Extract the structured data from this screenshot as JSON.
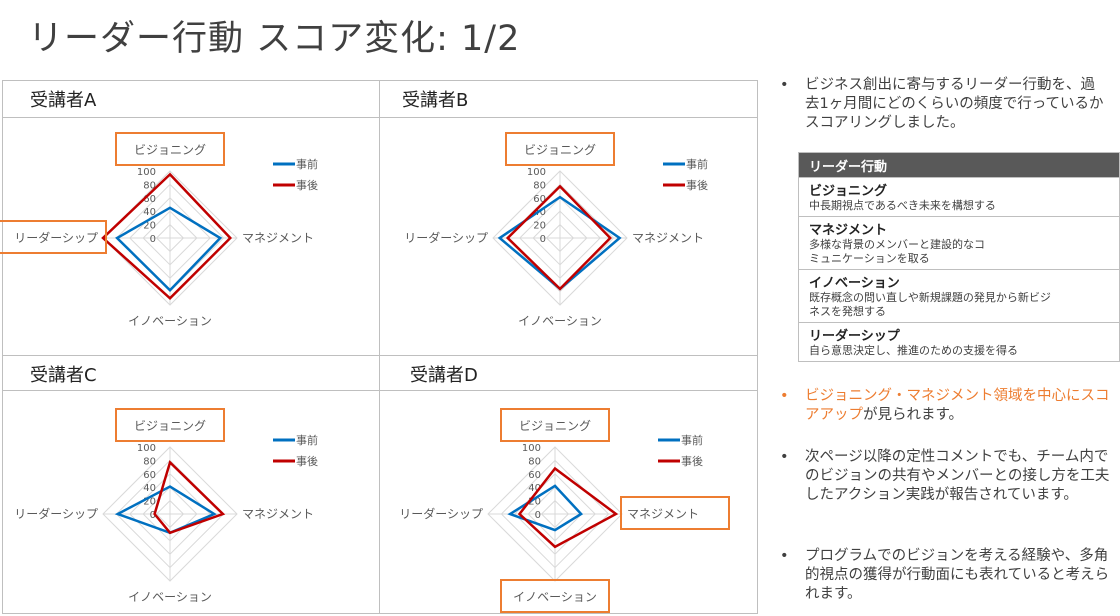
{
  "title": "リーダー行動 スコア変化: 1/2",
  "legend": {
    "before": "事前",
    "after": "事後"
  },
  "colors": {
    "before": "#0070c0",
    "after": "#c00000",
    "highlight": "#ed7d31",
    "grid": "#d9d9d9"
  },
  "chart_data": [
    {
      "type": "radar",
      "title": "受講者A",
      "axes": [
        "ビジョニング",
        "マネジメント",
        "イノベーション",
        "リーダーシップ"
      ],
      "ticks": [
        "0",
        "20",
        "40",
        "60",
        "80",
        "100"
      ],
      "range": [
        0,
        100
      ],
      "series": [
        {
          "name": "事前",
          "values": [
            45,
            75,
            78,
            79
          ]
        },
        {
          "name": "事後",
          "values": [
            95,
            90,
            90,
            100
          ]
        }
      ],
      "highlighted_axes": [
        "ビジョニング",
        "リーダーシップ"
      ]
    },
    {
      "type": "radar",
      "title": "受講者B",
      "axes": [
        "ビジョニング",
        "マネジメント",
        "イノベーション",
        "リーダーシップ"
      ],
      "ticks": [
        "0",
        "20",
        "40",
        "60",
        "80",
        "100"
      ],
      "range": [
        0,
        100
      ],
      "series": [
        {
          "name": "事前",
          "values": [
            61,
            89,
            76,
            90
          ]
        },
        {
          "name": "事後",
          "values": [
            77,
            75,
            76,
            78
          ]
        }
      ],
      "highlighted_axes": [
        "ビジョニング"
      ]
    },
    {
      "type": "radar",
      "title": "受講者C",
      "axes": [
        "ビジョニング",
        "マネジメント",
        "イノベーション",
        "リーダーシップ"
      ],
      "ticks": [
        "0",
        "20",
        "40",
        "60",
        "80",
        "100"
      ],
      "range": [
        0,
        100
      ],
      "series": [
        {
          "name": "事前",
          "values": [
            41,
            66,
            28,
            78
          ]
        },
        {
          "name": "事後",
          "values": [
            77,
            79,
            28,
            23
          ]
        }
      ],
      "highlighted_axes": [
        "ビジョニング"
      ]
    },
    {
      "type": "radar",
      "title": "受講者D",
      "axes": [
        "ビジョニング",
        "マネジメント",
        "イノベーション",
        "リーダーシップ"
      ],
      "ticks": [
        "0",
        "20",
        "40",
        "60",
        "80",
        "100"
      ],
      "range": [
        0,
        100
      ],
      "series": [
        {
          "name": "事前",
          "values": [
            42,
            39,
            24,
            67
          ]
        },
        {
          "name": "事後",
          "values": [
            68,
            91,
            49,
            53
          ]
        }
      ],
      "highlighted_axes": [
        "ビジョニング",
        "マネジメント",
        "イノベーション"
      ]
    }
  ],
  "side": {
    "intro": "ビジネス創出に寄与するリーダー行動を、過去1ヶ月間にどのくらいの頻度で行っているかスコアリングしました。",
    "table_header": "リーダー行動",
    "rows": [
      {
        "title": "ビジョニング",
        "desc": "中長期視点であるべき未来を構想する"
      },
      {
        "title": "マネジメント",
        "desc": "多様な背景のメンバーと建設的なコミュニケーションを取る"
      },
      {
        "title": "イノベーション",
        "desc": "既存概念の問い直しや新規課題の発見から新ビジネスを発想する"
      },
      {
        "title": "リーダーシップ",
        "desc": "自ら意思決定し、推進のための支援を得る"
      }
    ],
    "point1_highlight": "ビジョニング・マネジメント領域を中心にスコアアップ",
    "point1_rest": "が見られます。",
    "point2": "次ページ以降の定性コメントでも、チーム内でのビジョンの共有やメンバーとの接し方を工夫したアクション実践が報告されています。",
    "point3": "プログラムでのビジョンを考える経験や、多角的視点の獲得が行動面にも表れていると考えられます。"
  }
}
